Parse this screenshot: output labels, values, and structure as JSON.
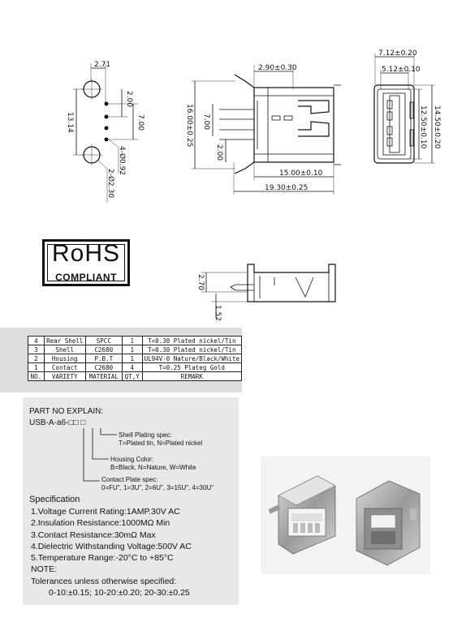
{
  "drawing": {
    "footprint": {
      "dim_top": "2.71",
      "dim_pitch": "2.00",
      "dim_span": "7.00",
      "dim_height": "13.14",
      "dim_pin_hole": "4-Ø0.92",
      "dim_mount_hole": "2-Ø2.30"
    },
    "side": {
      "dim_top": "2.90±0.30",
      "dim_height": "16.00±0.25",
      "dim_span": "7.00",
      "dim_offset": "2.00",
      "dim_len1": "15.00±0.10",
      "dim_len2": "19.30±0.25"
    },
    "front": {
      "dim_width_outer": "7.12±0.20",
      "dim_width_inner": "5.12±0.10",
      "dim_height_inner": "12.50±0.10",
      "dim_height_outer": "14.50±0.20"
    },
    "bottom": {
      "dim_height": "2.70",
      "dim_pin": "1.52"
    }
  },
  "rohs": {
    "title": "RoHS",
    "subtitle": "COMPLIANT"
  },
  "bom": {
    "rows": [
      [
        "4",
        "Rear Shell",
        "SPCC",
        "1",
        "T=0.30 Plated nickel/Tin"
      ],
      [
        "3",
        "Shell",
        "C2680",
        "1",
        "T=0.30 Plated nickel/Tin"
      ],
      [
        "2",
        "Housing",
        "P.B.T",
        "1",
        "UL94V-0 Nature/Black/White"
      ],
      [
        "1",
        "Contact",
        "C2680",
        "4",
        "T=0.25 Plateg Gold"
      ]
    ],
    "header": [
      "NO.",
      "VARIETY",
      "MATERIAL",
      "QT,Y",
      "REMARK"
    ]
  },
  "part_no": {
    "title": "PART NO EXPLAIN:",
    "code": "USB-A-a6-□□ □",
    "shell_title": "Shell Plating spec:",
    "shell_values": "T=Plated tin, N=Plated nickel",
    "housing_title": "Housing Color:",
    "housing_values": "B=Black, N=Nature, W=White",
    "contact_title": "Contact Plate spec:",
    "contact_values": "0=FU\", 1=3U\", 2=6U\", 3=15U\", 4=30U\""
  },
  "spec": {
    "title": "Specification",
    "items": [
      "1.Voltage Current Rating:1AMP.30V AC",
      "2.Insulation Resistance:1000MΩ Min",
      "3.Contact Resistance:30mΩ Max",
      "4.Dielectric Withstanding Voltage:500V AC",
      "5.Temperature Range:-20°C to +85°C"
    ]
  },
  "note": {
    "title": "NOTE:",
    "line1": "Tolerances unless otherwise specified:",
    "line2": "0-10:±0.15; 10-20:±0.20; 20-30:±0.25"
  }
}
